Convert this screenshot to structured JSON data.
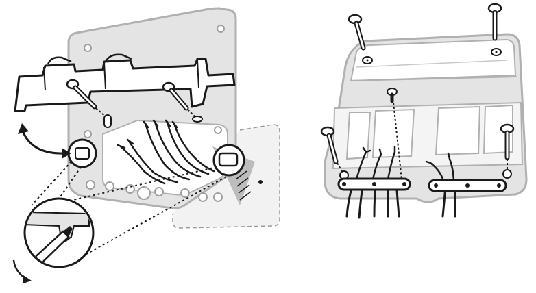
{
  "figure": {
    "kind": "installation-diagram",
    "colors": {
      "ink": "#1a1a1a",
      "plate": "#d9d9d9",
      "plate_light": "#e9e9e9",
      "shadow": "#bdbdbd",
      "paper": "#ffffff"
    },
    "left_panel": {
      "parts": [
        "backplate",
        "mounting-bracket",
        "screw-left",
        "screw-right",
        "wire-bundle",
        "release-tab",
        "magnified-release-tab",
        "screwdriver",
        "side-cover"
      ],
      "icons": [
        "curved-double-arrow-icon",
        "release-arrow-icon"
      ]
    },
    "right_panel": {
      "parts": [
        "backplate",
        "screw-top-left",
        "screw-top-right",
        "screw-center",
        "screw-bottom-left",
        "screw-bottom-right",
        "cable-clamp-left",
        "cable-clamp-right",
        "cables"
      ]
    }
  }
}
